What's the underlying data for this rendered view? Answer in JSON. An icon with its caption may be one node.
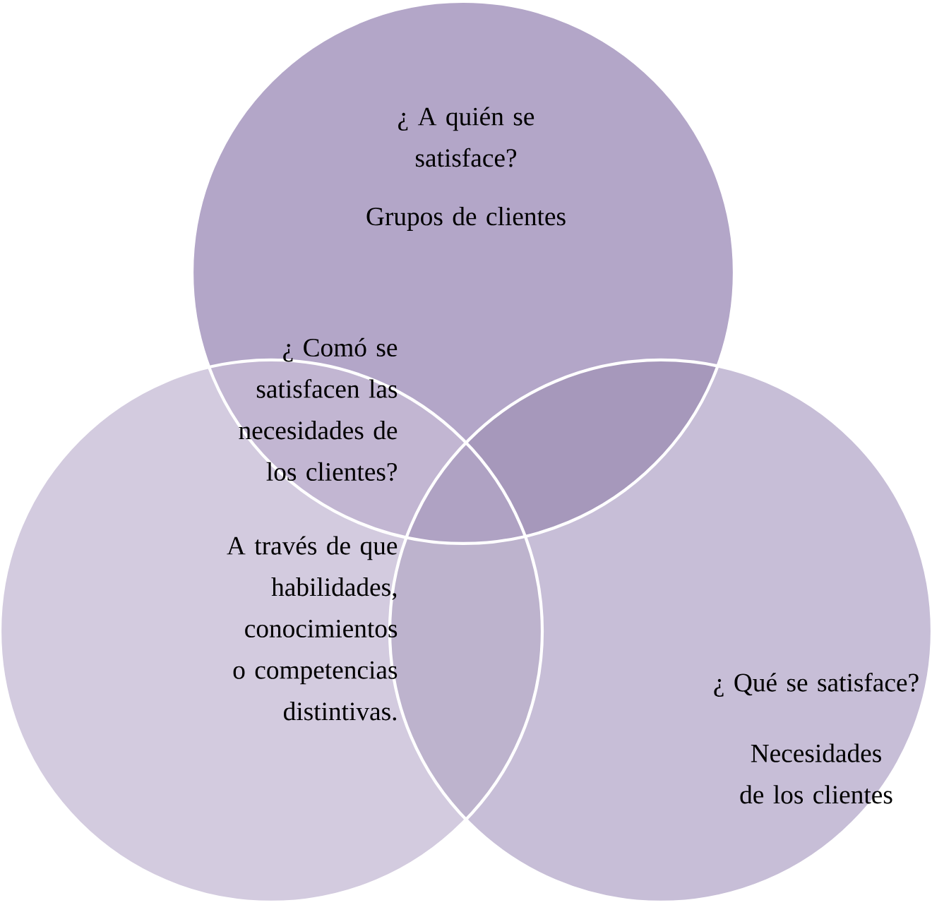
{
  "diagram": {
    "nodes": [
      {
        "text": [
          "¿ A quién se satisface?",
          "Grupos de clientes"
        ]
      },
      {
        "text": [
          "¿ Comó se satisfacen las necesidades de los clientes?",
          "A través de que habilidades, conocimientos o competencias distintivas."
        ]
      },
      {
        "text": [
          "¿ Qué se satisface?",
          "Necesidades de los clientes"
        ]
      }
    ]
  }
}
